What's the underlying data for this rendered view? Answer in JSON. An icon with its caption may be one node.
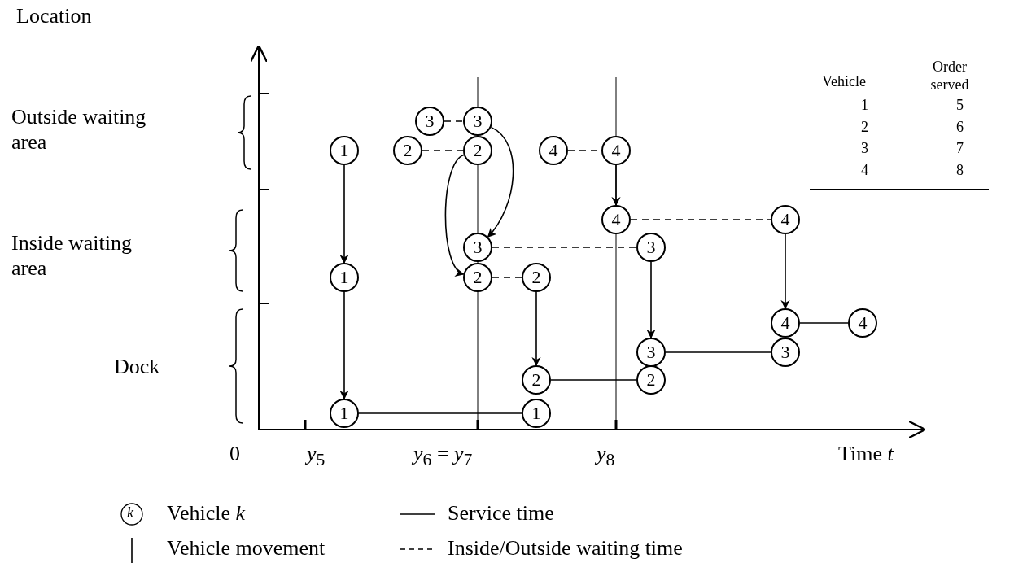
{
  "diagram": {
    "nodes": [
      {
        "text": [
          "1"
        ]
      },
      {
        "text": [
          "1"
        ]
      },
      {
        "text": [
          "1"
        ]
      },
      {
        "text": [
          "1"
        ]
      },
      {
        "text": [
          "3"
        ]
      },
      {
        "text": [
          "3"
        ]
      },
      {
        "text": [
          "2"
        ]
      },
      {
        "text": [
          "2"
        ]
      },
      {
        "text": [
          "4"
        ]
      },
      {
        "text": [
          "4"
        ]
      },
      {
        "text": [
          "3"
        ]
      },
      {
        "text": [
          "2"
        ]
      },
      {
        "text": [
          "2"
        ]
      },
      {
        "text": [
          "2"
        ]
      },
      {
        "text": [
          "2"
        ]
      },
      {
        "text": [
          "4"
        ]
      },
      {
        "text": [
          "4"
        ]
      },
      {
        "text": [
          "3"
        ]
      },
      {
        "text": [
          "3"
        ]
      },
      {
        "text": [
          "3"
        ]
      },
      {
        "text": [
          "4"
        ]
      },
      {
        "text": [
          "4"
        ]
      }
    ],
    "edges": [
      {
        "from": 0,
        "to": 1,
        "arrow": "to"
      },
      {
        "from": 1,
        "to": 2,
        "arrow": "to"
      },
      {
        "from": 2,
        "to": 3,
        "arrow": "none"
      },
      {
        "from": 4,
        "to": 5,
        "arrow": "none",
        "style": "dashed"
      },
      {
        "from": 6,
        "to": 7,
        "arrow": "none",
        "style": "dashed"
      },
      {
        "from": 5,
        "to": 10,
        "arrow": "to"
      },
      {
        "from": 7,
        "to": 11,
        "arrow": "to"
      },
      {
        "from": 8,
        "to": 9,
        "arrow": "none",
        "style": "dashed"
      },
      {
        "from": 9,
        "to": 15,
        "arrow": "to"
      },
      {
        "from": 15,
        "to": 16,
        "arrow": "none",
        "style": "dashed"
      },
      {
        "from": 10,
        "to": 17,
        "arrow": "none",
        "style": "dashed"
      },
      {
        "from": 11,
        "to": 12,
        "arrow": "none",
        "style": "dashed"
      },
      {
        "from": 12,
        "to": 13,
        "arrow": "to"
      },
      {
        "from": 13,
        "to": 14,
        "arrow": "none"
      },
      {
        "from": 17,
        "to": 18,
        "arrow": "to"
      },
      {
        "from": 18,
        "to": 19,
        "arrow": "none"
      },
      {
        "from": 16,
        "to": 20,
        "arrow": "to"
      },
      {
        "from": 20,
        "to": 21,
        "arrow": "none"
      }
    ],
    "labels": [
      "Location",
      "Vehicle",
      "Order served",
      "1",
      "5",
      "2",
      "6",
      "3",
      "7",
      "4",
      "8",
      "Outside waiting area",
      "Inside waiting area",
      "Dock",
      "0",
      "*y*$_{5}$",
      "*y*$_{6}$ = *y*$_{7}$",
      "*y*$_{8}$",
      "Time *t*",
      "*k*"
    ],
    "legend": [
      {
        "text": "Vehicle *k*"
      },
      {
        "text": "Service time"
      },
      {
        "text": "Vehicle movement"
      },
      {
        "text": "Inside/Outside waiting time"
      }
    ]
  }
}
